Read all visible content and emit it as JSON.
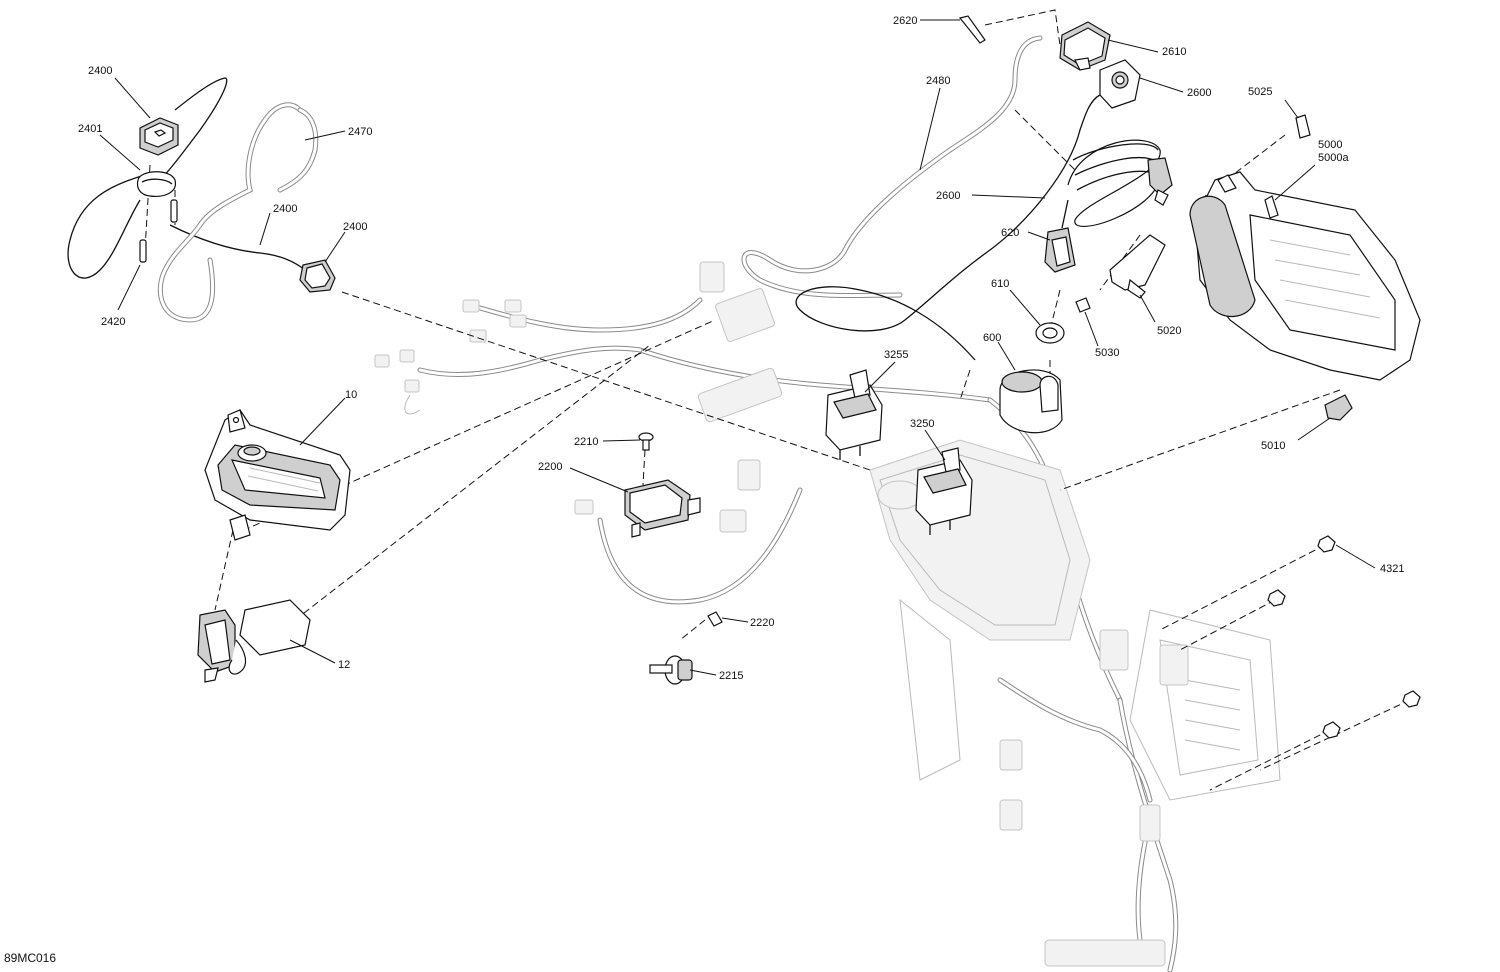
{
  "figure_id": "89MC016",
  "callouts": {
    "c2400a": "2400",
    "c2401": "2401",
    "c2470": "2470",
    "c2400b": "2400",
    "c2400c": "2400",
    "c2420": "2420",
    "c10": "10",
    "c12": "12",
    "c2620": "2620",
    "c2610": "2610",
    "c2600a": "2600",
    "c2480": "2480",
    "c2600b": "2600",
    "c620": "620",
    "c610": "610",
    "c600": "600",
    "c5025": "5025",
    "c5000": "5000",
    "c5000a": "5000a",
    "c5020": "5020",
    "c5030": "5030",
    "c5010": "5010",
    "c3255": "3255",
    "c3250": "3250",
    "c2210": "2210",
    "c2200": "2200",
    "c2220": "2220",
    "c2215": "2215",
    "c4321": "4321"
  }
}
